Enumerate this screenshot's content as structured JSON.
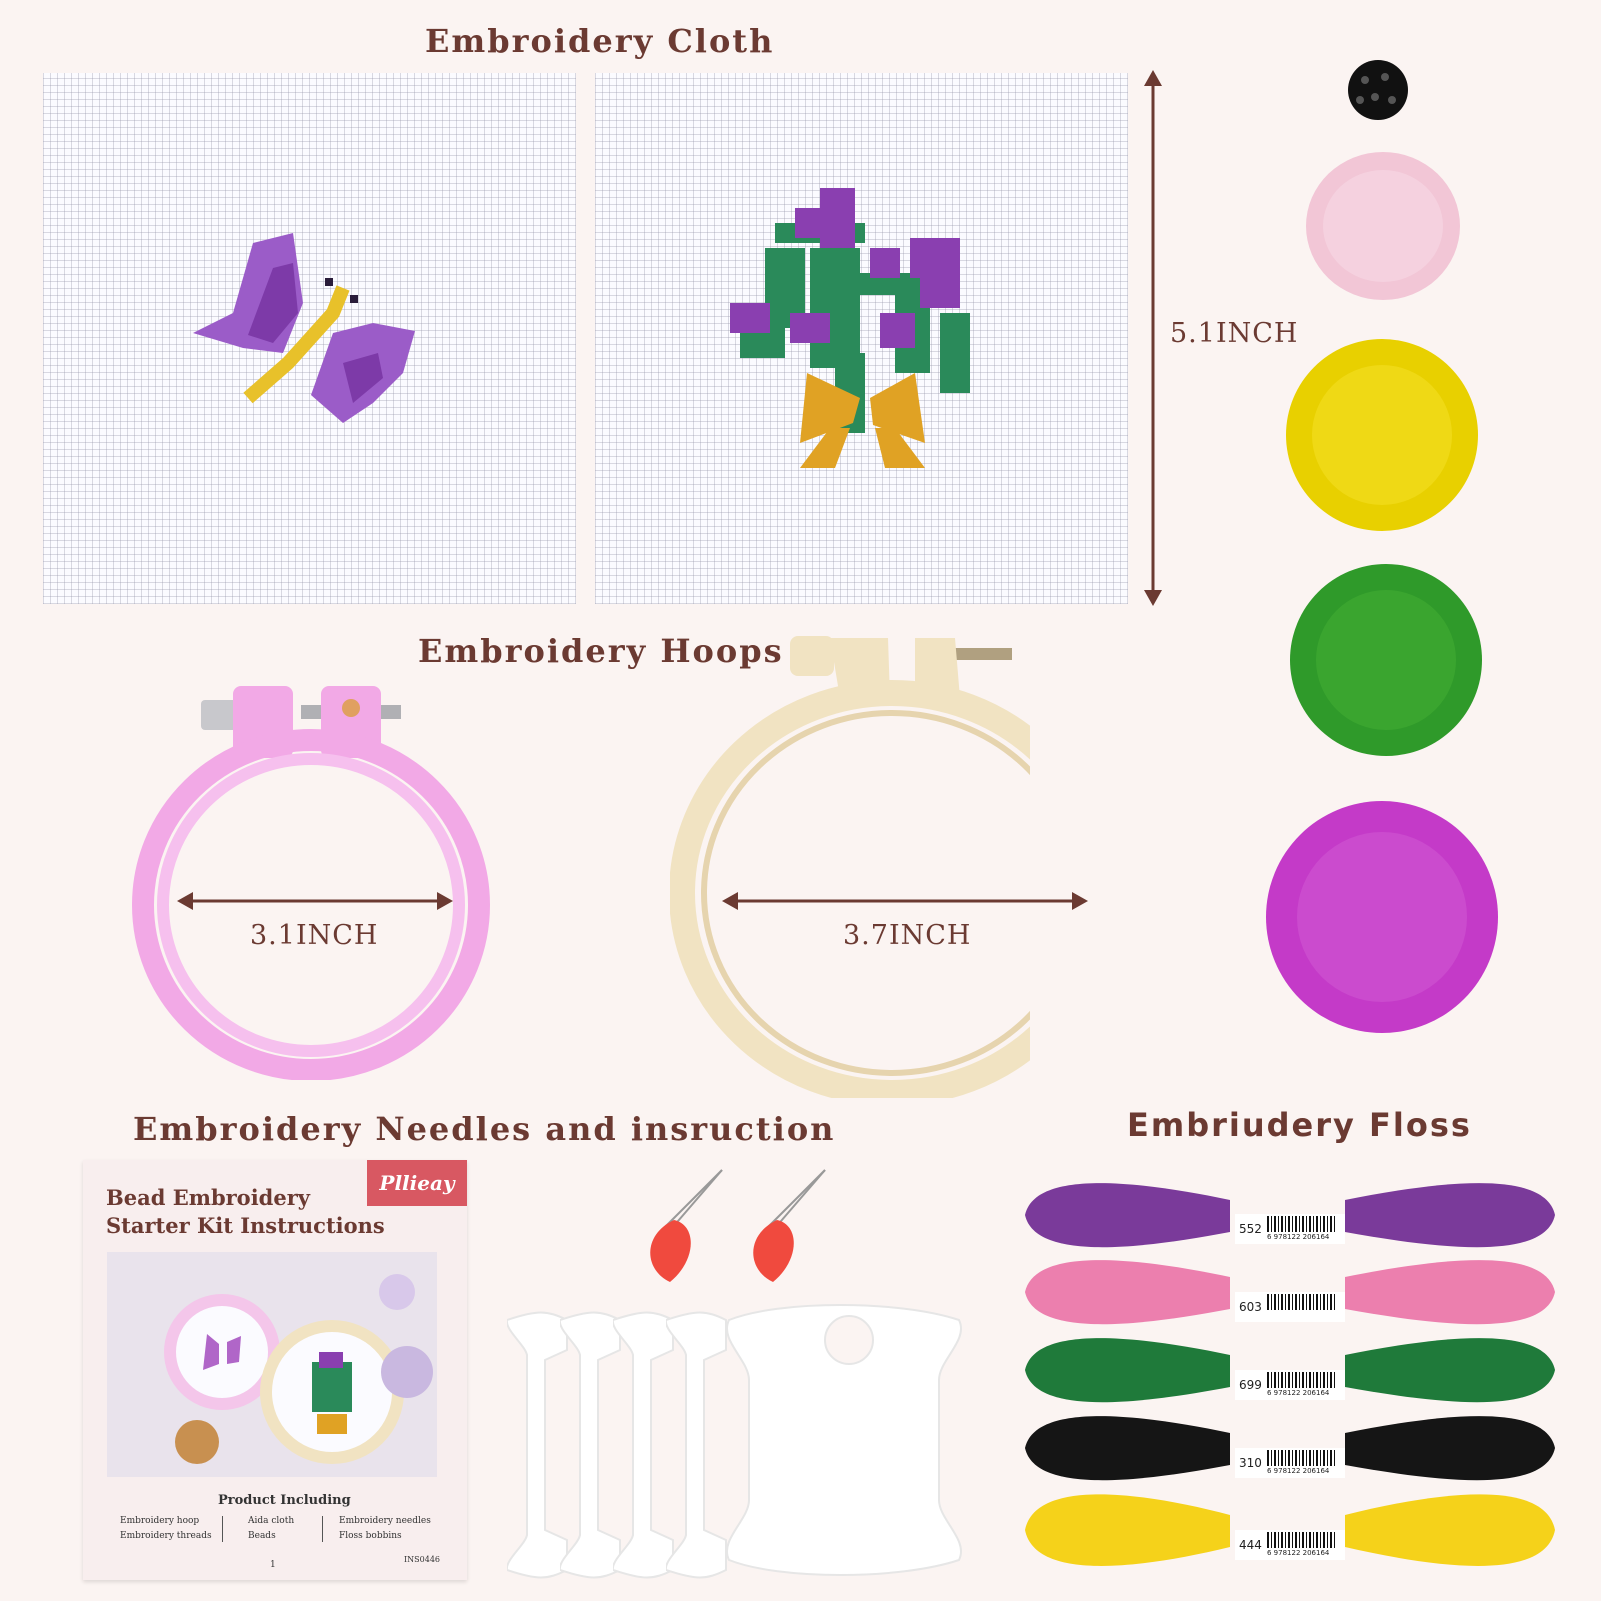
{
  "headings": {
    "cloth": "Embroidery Cloth",
    "hoops": "Embroidery Hoops",
    "needles": "Embroidery Needles and insruction",
    "floss": "Embriudery Floss"
  },
  "dimensions": {
    "cloth_height": "5.1INCH",
    "hoop_small": "3.1INCH",
    "hoop_large": "3.7INCH"
  },
  "booklet": {
    "brand": "Pllieay",
    "title_line1": "Bead Embroidery",
    "title_line2": "Starter Kit Instructions",
    "product_including": "Product Including",
    "items": [
      "Embroidery hoop",
      "Embroidery threads",
      "Aida cloth",
      "Beads",
      "Embroidery needles",
      "Floss bobbins"
    ],
    "page_number": "1",
    "code": "INS0446"
  },
  "floss": [
    {
      "number": "552",
      "color": "#7a3a9a",
      "barcode": "6 978122 206164"
    },
    {
      "number": "603",
      "color": "#ec7fae",
      "barcode": ""
    },
    {
      "number": "699",
      "color": "#1f7a3a",
      "barcode": "6 978122 206164"
    },
    {
      "number": "310",
      "color": "#151515",
      "barcode": "6 978122 206164"
    },
    {
      "number": "444",
      "color": "#f5d21a",
      "barcode": "6 978122 206164"
    }
  ],
  "colors": {
    "background": "#fbf4f2",
    "heading": "#6b3a32",
    "hoop_small": "#f2a9e6",
    "hoop_large": "#f1e3c2",
    "bead_black": "#111111",
    "bead_pink": "#f2c6d6",
    "bead_yellow": "#e8d000",
    "bead_green": "#2f9a2a",
    "bead_magenta": "#c43ac8",
    "needle_threader": "#f04a3e"
  }
}
